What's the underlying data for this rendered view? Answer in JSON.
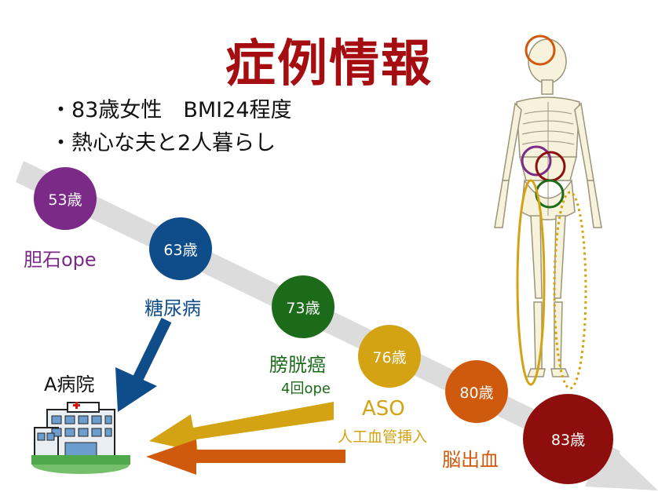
{
  "title": "症例情報",
  "bullets": [
    "・83歳女性　BMI24程度",
    "・熱心な夫と2人暮らし"
  ],
  "hospital_label": "A病院",
  "timeline": [
    {
      "age": "53歳",
      "color": "#7b2a87",
      "event": "胆石ope",
      "sub": ""
    },
    {
      "age": "63歳",
      "color": "#0f4c8a",
      "event": "糖尿病",
      "sub": ""
    },
    {
      "age": "73歳",
      "color": "#1c6b1a",
      "event": "膀胱癌",
      "sub": "4回ope"
    },
    {
      "age": "76歳",
      "color": "#d4a313",
      "event": "ASO",
      "sub": "人工血管挿入"
    },
    {
      "age": "80歳",
      "color": "#cf5a0e",
      "event": "脳出血",
      "sub": ""
    },
    {
      "age": "83歳",
      "color": "#8e0e0e",
      "event": "",
      "sub": ""
    }
  ],
  "arrow_colors": {
    "diagonal": "#dcdcdc",
    "diabetes": "#0f4c8a",
    "aso": "#d4a313",
    "stroke": "#cf5a0e"
  }
}
